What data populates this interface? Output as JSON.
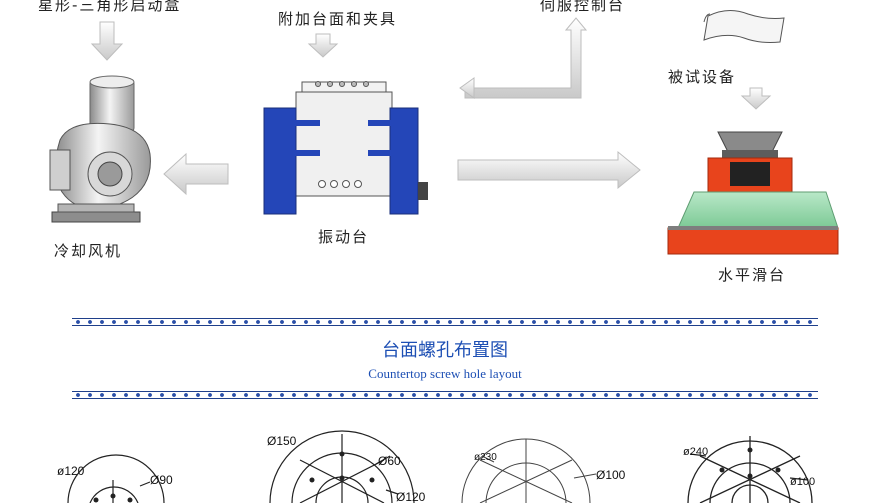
{
  "labels": {
    "star_delta": "星形-三角形启动盒",
    "fixture": "附加台面和夹具",
    "servo": "伺服控制台",
    "dut": "被试设备",
    "fan": "冷却风机",
    "shaker": "振动台",
    "slip_table": "水平滑台"
  },
  "section": {
    "title_cn": "台面螺孔布置图",
    "title_en": "Countertop screw hole layout"
  },
  "hole_layouts": [
    {
      "labels": [
        "ø120",
        "Ø90"
      ]
    },
    {
      "labels": [
        "Ø150",
        "Ø60",
        "Ø120"
      ]
    },
    {
      "labels": [
        "ø230",
        "Ø100"
      ]
    },
    {
      "labels": [
        "ø240",
        "ø100"
      ]
    }
  ],
  "colors": {
    "accent_blue": "#1d4fb4",
    "shaker_blue": "#2446b8",
    "table_green": "#8fd4a6",
    "base_orange": "#e8441c"
  }
}
